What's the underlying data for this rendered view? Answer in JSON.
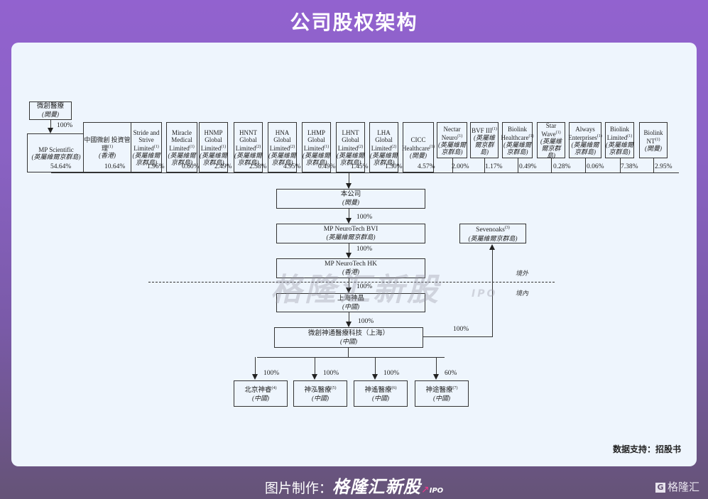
{
  "header": {
    "title": "公司股权架构"
  },
  "diagram": {
    "top_parent": {
      "name": "微創醫療",
      "jurisdiction": "(開曼)",
      "pct_to_mp_scientific": "100%"
    },
    "shareholders": [
      {
        "name": "MP Scientific",
        "note": "",
        "jurisdiction": "(英屬維爾京群島)",
        "pct": "54.64%"
      },
      {
        "name": "中國微創 投資管理",
        "note": "(1)",
        "jurisdiction": "(香港)",
        "pct": "10.64%"
      },
      {
        "name": "Stride and Strive Limited",
        "note": "(1)",
        "jurisdiction": "(英屬維爾京群島)",
        "pct": "1.96%"
      },
      {
        "name": "Miracle Medical Limited",
        "note": "(1)",
        "jurisdiction": "(英屬維爾京群島)",
        "pct": "0.60%"
      },
      {
        "name": "HNMP Global Limited",
        "note": "(1)",
        "jurisdiction": "(英屬維爾京群島)",
        "pct": "2.49%"
      },
      {
        "name": "HNNT Global Limited",
        "note": "(2)",
        "jurisdiction": "(英屬維爾京群島)",
        "pct": "2.58%"
      },
      {
        "name": "HNA Global Limited",
        "note": "(2)",
        "jurisdiction": "(英屬維爾京群島)",
        "pct": "4.95%"
      },
      {
        "name": "LHMP Global Limited",
        "note": "(1)",
        "jurisdiction": "(英屬維爾京群島)",
        "pct": "0.49%"
      },
      {
        "name": "LHNT Global Limited",
        "note": "(2)",
        "jurisdiction": "(英屬維爾京群島)",
        "pct": "1.45%"
      },
      {
        "name": "LHA Global Limited",
        "note": "(2)",
        "jurisdiction": "(英屬維爾京群島)",
        "pct": "1.30%"
      },
      {
        "name": "CICC Healthcare",
        "note": "(1)",
        "jurisdiction": "(開曼)",
        "pct": "4.57%"
      },
      {
        "name": "Nectar Neuro",
        "note": "(1)",
        "jurisdiction": "(英屬維爾京群島)",
        "pct": "2.00%"
      },
      {
        "name": "BVF III",
        "note": "(1)",
        "jurisdiction": "(英屬維爾京群島)",
        "pct": "1.17%"
      },
      {
        "name": "Biolink Healthcare",
        "note": "(1)",
        "jurisdiction": "(英屬維爾京群島)",
        "pct": "0.49%"
      },
      {
        "name": "Star Wave",
        "note": "(1)",
        "jurisdiction": "(英屬維爾京群島)",
        "pct": "0.28%"
      },
      {
        "name": "Always Enterprises",
        "note": "(1)",
        "jurisdiction": "(英屬維爾京群島)",
        "pct": "0.06%"
      },
      {
        "name": "Biolink Limited",
        "note": "(1)",
        "jurisdiction": "(英屬維爾京群島)",
        "pct": "7.38%"
      },
      {
        "name": "Biolink NT",
        "note": "(1)",
        "jurisdiction": "(開曼)",
        "pct": "2.95%"
      }
    ],
    "company": {
      "name": "本公司",
      "jurisdiction": "(開曼)"
    },
    "chain": [
      {
        "name": "MP NeuroTech BVI",
        "jurisdiction": "(英屬維爾京群島)",
        "pct": "100%"
      },
      {
        "name": "MP NeuroTech HK",
        "jurisdiction": "(香港)",
        "pct": "100%"
      },
      {
        "name": "上海神晶",
        "jurisdiction": "(中國)",
        "pct": "100%"
      },
      {
        "name": "微創神通醫療科技（上海）",
        "jurisdiction": "(中國)",
        "pct": "100%"
      }
    ],
    "sevenoaks": {
      "name": "Sevenoaks",
      "note": "(3)",
      "jurisdiction": "(英屬維爾京群島)",
      "pct": "100%"
    },
    "region_labels": {
      "offshore": "境外",
      "onshore": "境內"
    },
    "subsidiaries": [
      {
        "name": "北京神睿",
        "note": "(4)",
        "jurisdiction": "(中國)",
        "pct": "100%"
      },
      {
        "name": "神泓醫療",
        "note": "(5)",
        "jurisdiction": "(中國)",
        "pct": "100%"
      },
      {
        "name": "神遙醫療",
        "note": "(6)",
        "jurisdiction": "(中國)",
        "pct": "100%"
      },
      {
        "name": "神途醫療",
        "note": "(7)",
        "jurisdiction": "(中國)",
        "pct": "60%"
      }
    ]
  },
  "watermark": {
    "text": "格隆汇新股",
    "ipo": "IPO"
  },
  "source": "数据支持：招股书",
  "footer": {
    "prefix": "图片制作：",
    "brand": "格隆汇新股",
    "ipo": "IPO"
  },
  "logo": {
    "mark": "G",
    "text": "格隆汇"
  }
}
